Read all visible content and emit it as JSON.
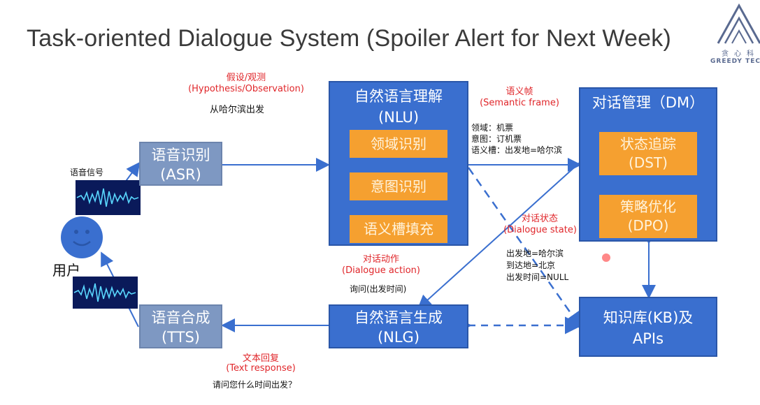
{
  "title": "Task-oriented Dialogue System (Spoiler Alert for Next Week)",
  "logo": {
    "top_text": "贪心科",
    "bottom_text": "GREEDY TECHNO"
  },
  "user": {
    "label": "用户",
    "signal_label": "语音信号"
  },
  "asr": {
    "zh": "语音识别",
    "en": "(ASR)"
  },
  "tts": {
    "zh": "语音合成",
    "en": "(TTS)"
  },
  "nlu": {
    "zh": "自然语言理解",
    "en": "(NLU)",
    "steps": [
      "领域识别",
      "意图识别",
      "语义槽填充"
    ]
  },
  "dm": {
    "zh": "对话管理（DM）",
    "dst": {
      "zh": "状态追踪",
      "en": "(DST)"
    },
    "dpo": {
      "zh": "策略优化",
      "en": "(DPO)"
    }
  },
  "nlg": {
    "zh": "自然语言生成",
    "en": "(NLG)"
  },
  "kb": {
    "line1": "知识库(KB)及",
    "line2": "APIs"
  },
  "annotations": {
    "hypothesis": {
      "zh": "假设/观测",
      "en": "(Hypothesis/Observation)",
      "example": "从哈尔滨出发"
    },
    "semantic_frame": {
      "zh": "语义帧",
      "en": "(Semantic frame)",
      "lines": [
        "领域：机票",
        "意图：订机票",
        "语义槽：出发地=哈尔滨"
      ]
    },
    "dialogue_state": {
      "zh": "对话状态",
      "en": "(Dialogue state)",
      "lines": [
        "出发地=哈尔滨",
        "到达地=北京",
        "出发时间=NULL"
      ]
    },
    "dialogue_action": {
      "zh": "对话动作",
      "en": "(Dialogue action)",
      "example": "询问(出发时间)"
    },
    "text_response": {
      "zh": "文本回复",
      "en": "(Text response)",
      "example": "请问您什么时间出发？"
    }
  },
  "colors": {
    "box_dark": "#3a6fcf",
    "box_gray": "#7e98c2",
    "orange": "#f5a030",
    "annotation_red": "#e0262a",
    "arrow": "#3a6fcf"
  }
}
